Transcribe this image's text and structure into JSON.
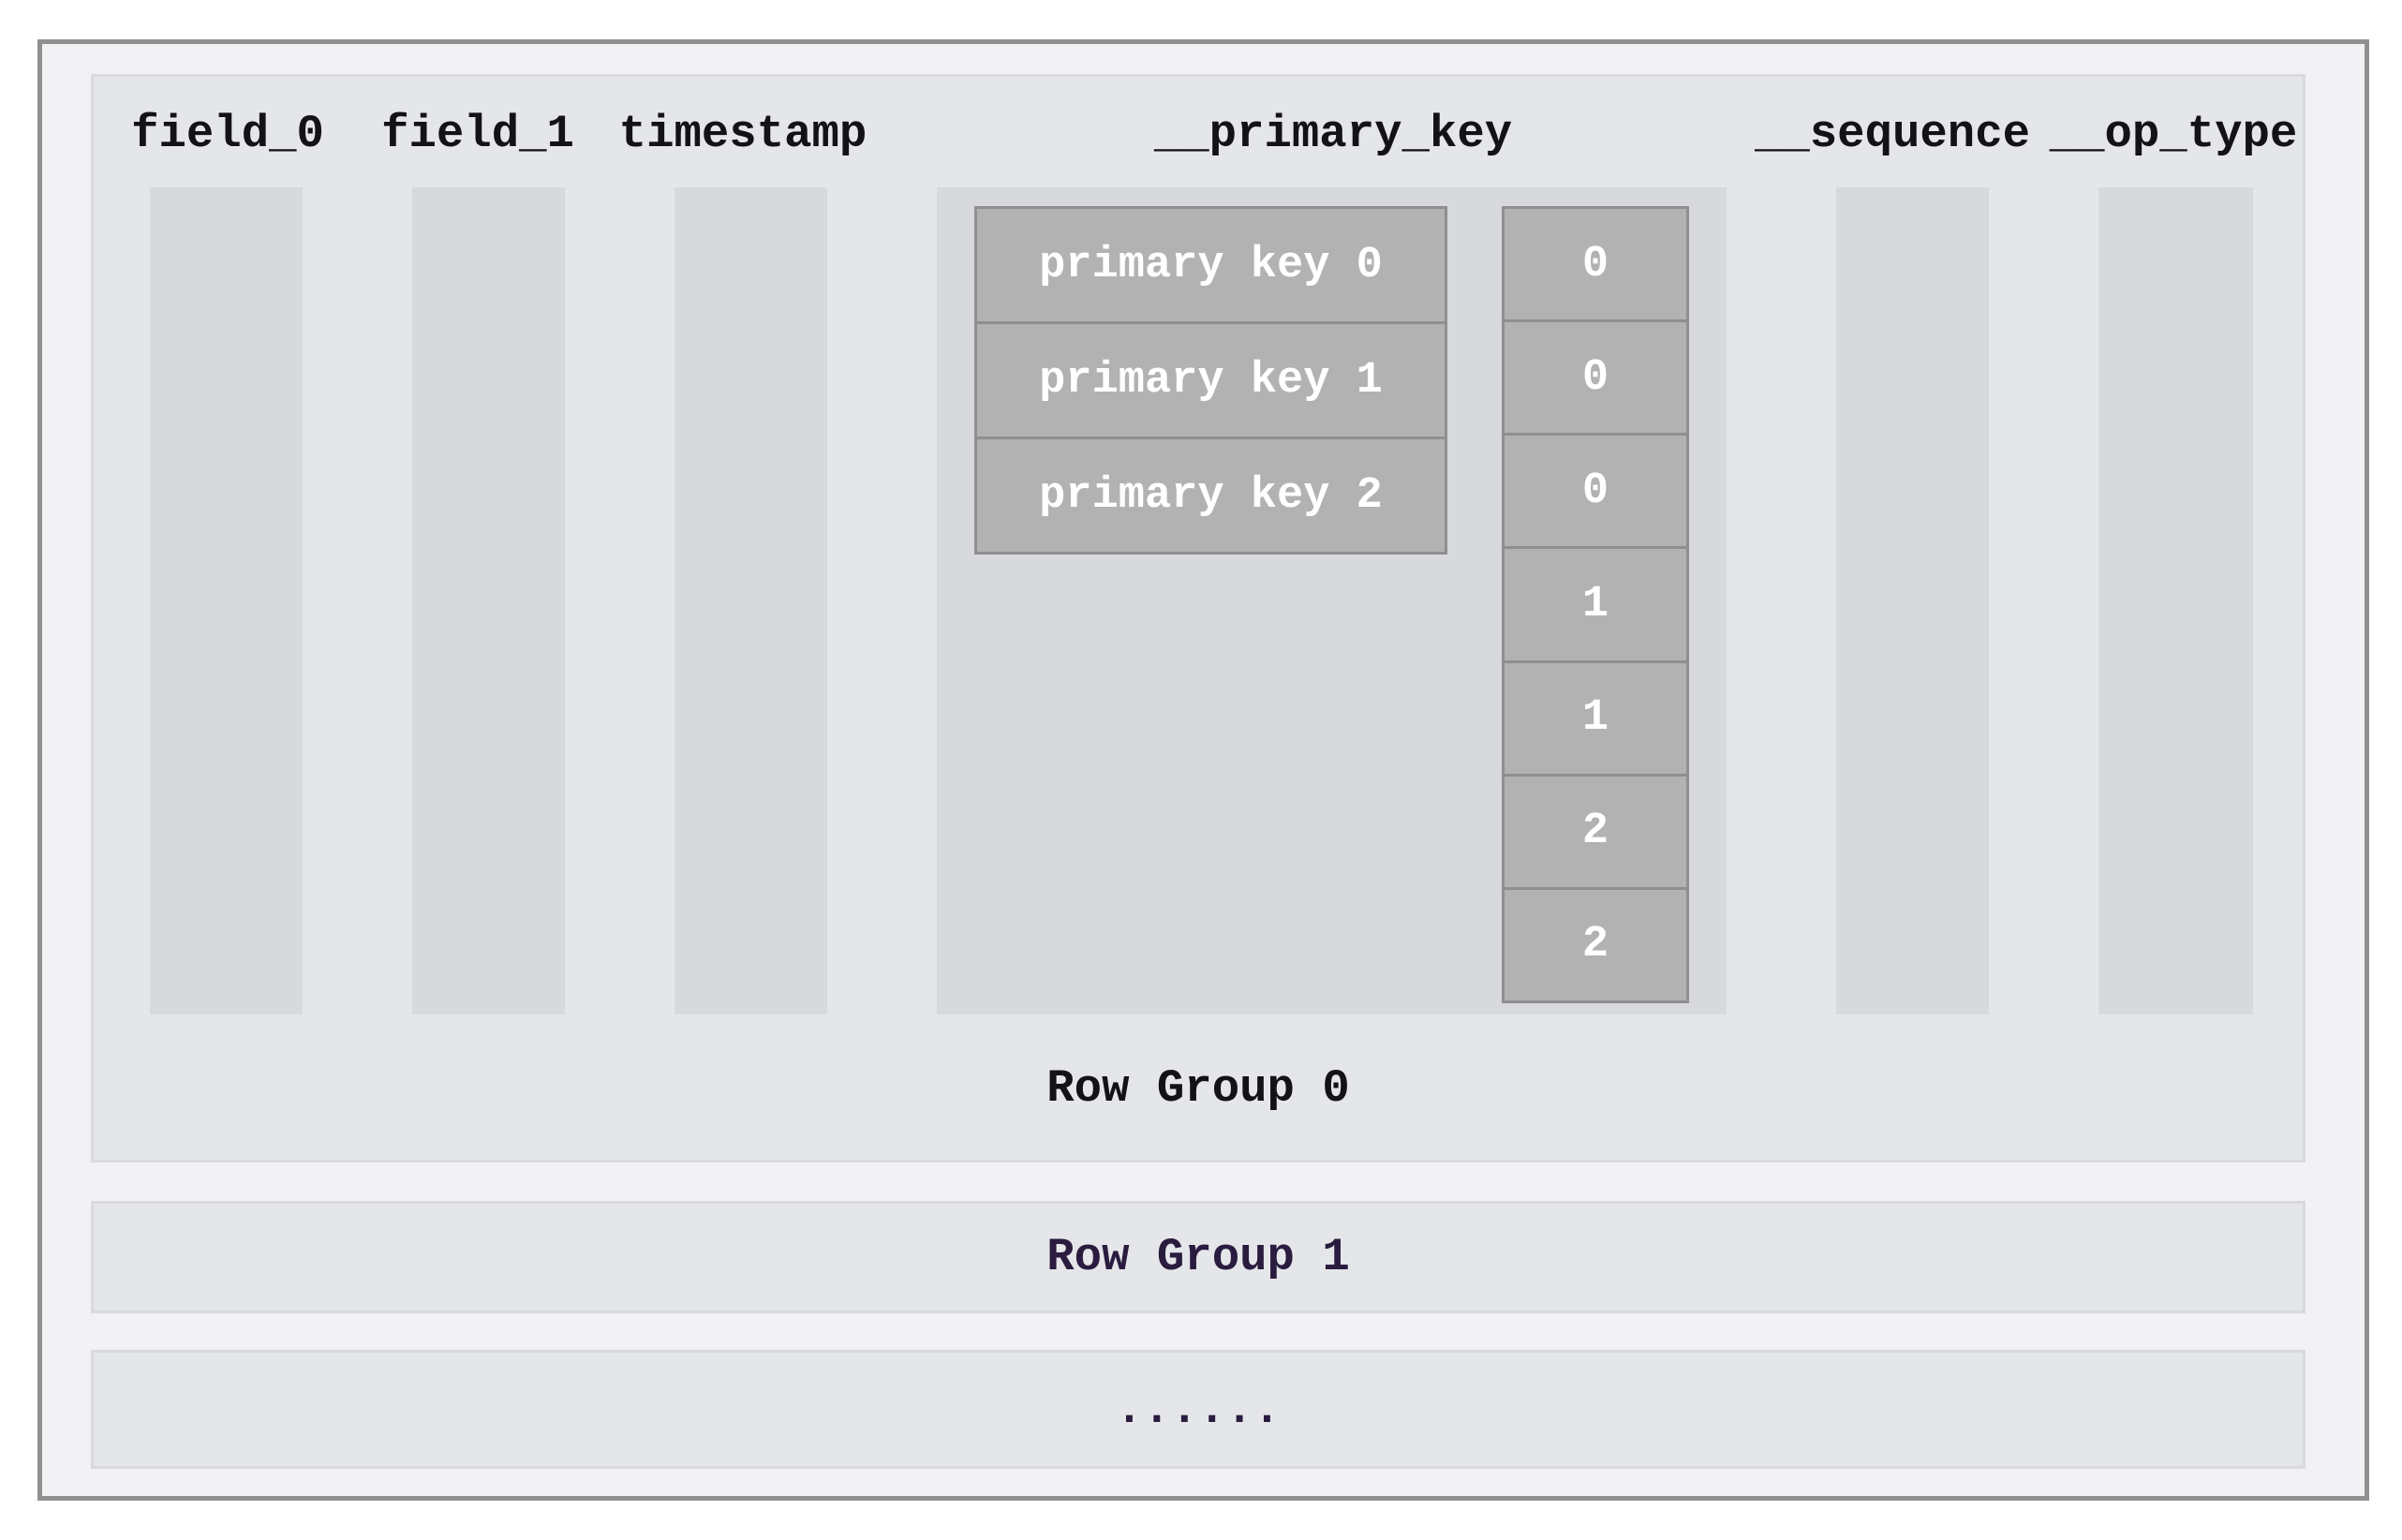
{
  "colors": {
    "page_bg": "#ffffff",
    "frame_border": "#909090",
    "frame_bg": "#f2f2f4",
    "group_bg": "#e5e6e9",
    "group_border": "#d9dade",
    "column_strip": "#d8d9dc",
    "cell_bg": "#b2b2b3",
    "cell_border": "#8f8f90",
    "cell_text": "#ffffff",
    "heading_text": "#131316",
    "accent_text": "#2a1c3e"
  },
  "columns": [
    "field_0",
    "field_1",
    "timestamp",
    "__primary_key",
    "__sequence",
    "__op_type"
  ],
  "primary_key_cells": [
    "primary key 0",
    "primary key 1",
    "primary key 2"
  ],
  "sequence_cells": [
    "0",
    "0",
    "0",
    "1",
    "1",
    "2",
    "2"
  ],
  "row_groups": {
    "group0_label": "Row Group 0",
    "group1_label": "Row Group 1",
    "more_label": "......"
  }
}
